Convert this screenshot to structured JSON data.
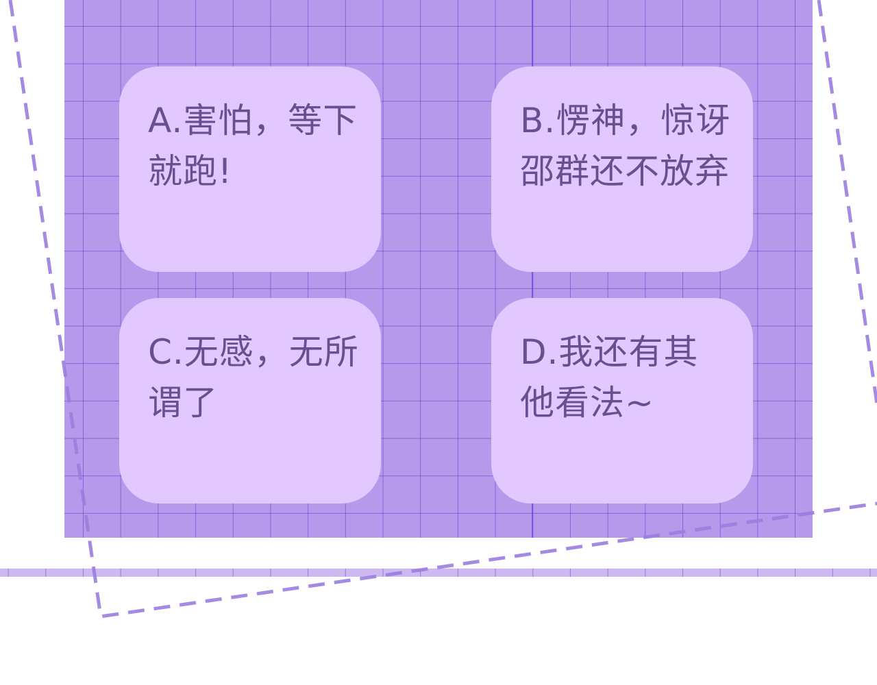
{
  "options": [
    {
      "label": "A.害怕，等下就跑!"
    },
    {
      "label": "B.愣神，惊讶邵群还不放弃"
    },
    {
      "label": "C.无感，无所谓了"
    },
    {
      "label": "D.我还有其他看法~"
    }
  ],
  "colors": {
    "panel": "#b59aeb",
    "card": "#e3c8ff",
    "text": "#6a4f90",
    "dash": "#9b7ddf"
  }
}
